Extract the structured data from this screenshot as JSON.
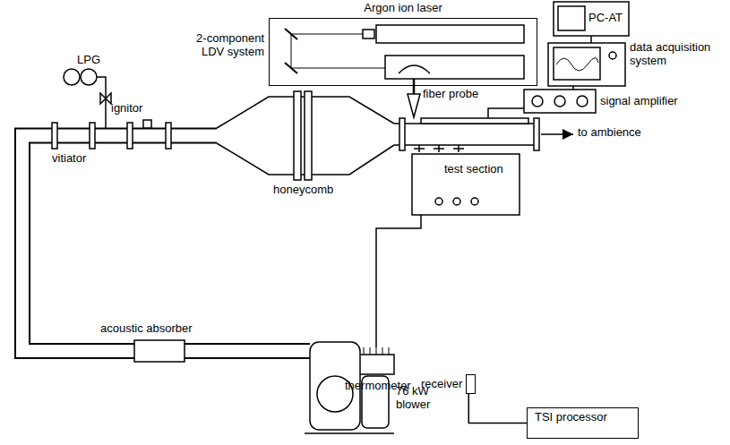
{
  "diagram": {
    "nodes": [
      {
        "text": [
          "Argon ion laser"
        ]
      },
      {
        "text": [
          "receiver"
        ]
      },
      {
        "text": [
          "TSI processor"
        ]
      }
    ],
    "edges": [
      {
        "from": 1,
        "to": 2,
        "arrow": "none"
      }
    ],
    "labels": [
      "LPG",
      "ignitor",
      "vitiator",
      "honeycomb",
      "2-component LDV system",
      "fiber probe",
      "PC-AT",
      "data acquisition system",
      "signal amplifier",
      "to ambience",
      "test section",
      "thermometer",
      "acoustic absorber",
      "76 kW blower"
    ]
  }
}
